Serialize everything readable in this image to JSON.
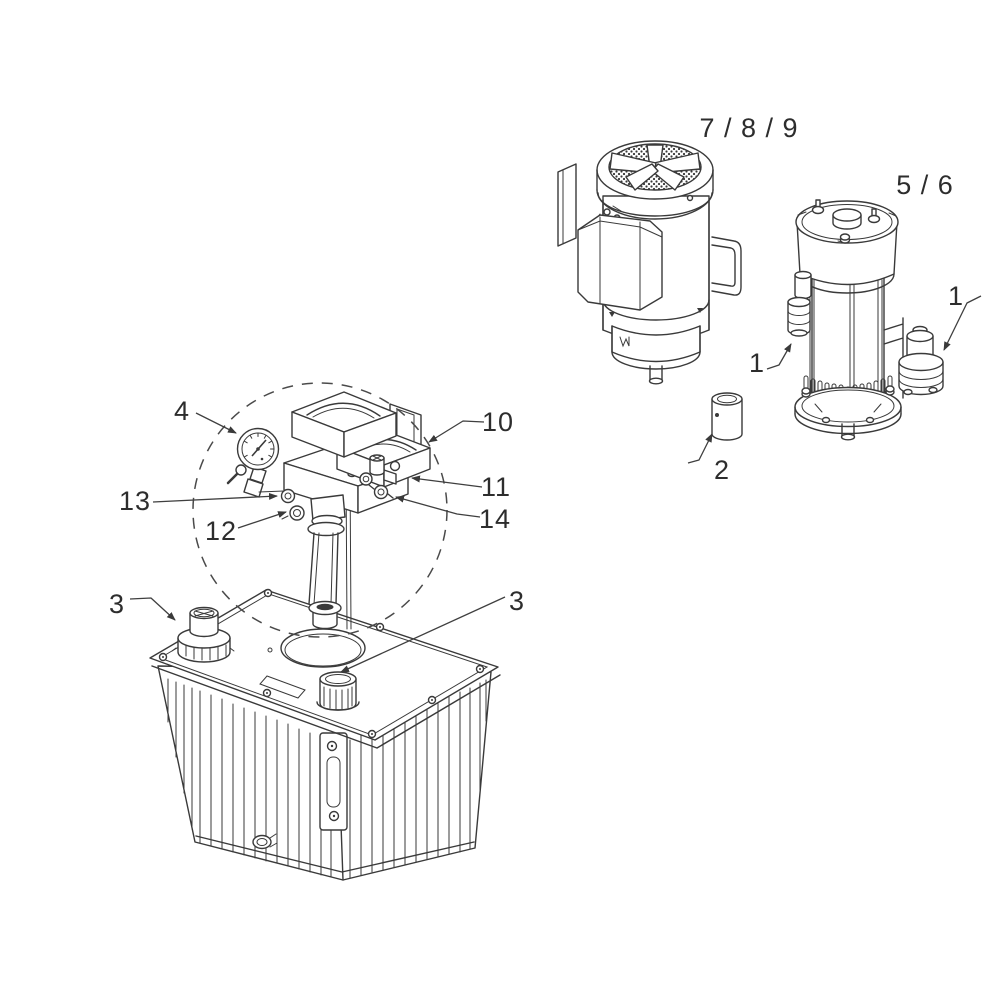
{
  "diagram": {
    "background_color": "#ffffff",
    "line_color": "#3a3a3a",
    "label_color": "#2d2d2d",
    "callouts": {
      "motor": "7 / 8 / 9",
      "pump": "5 / 6",
      "strainer_right": "1",
      "strainer_left": "1",
      "coupling": "2",
      "breather": "3",
      "filler": "3",
      "gauge": "4",
      "circle": "10",
      "item11": "11",
      "item12": "12",
      "item13": "13",
      "item14": "14"
    }
  }
}
